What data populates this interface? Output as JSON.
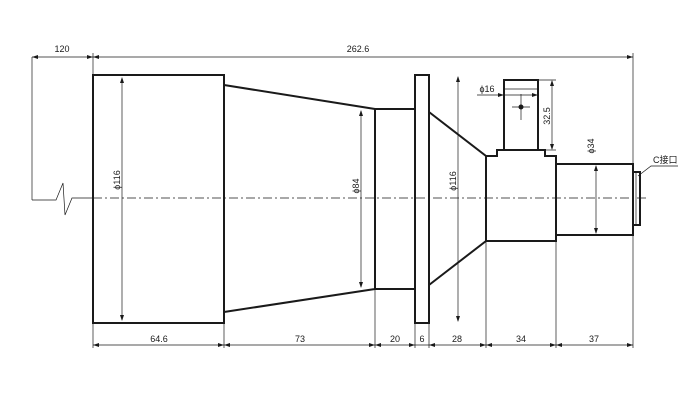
{
  "dimensions": {
    "offset_left": "120",
    "total_length": "262.6",
    "seg_1": "64.6",
    "seg_2": "73",
    "seg_3": "20",
    "seg_4": "6",
    "seg_5": "28",
    "seg_6": "34",
    "seg_7": "37",
    "dia_front": "ϕ116",
    "dia_taper_end": "ϕ84",
    "dia_flange": "ϕ116",
    "dia_screw": "ϕ16",
    "screw_height": "32.5",
    "dia_mount": "ϕ34"
  },
  "labels": {
    "mount": "C接口"
  }
}
